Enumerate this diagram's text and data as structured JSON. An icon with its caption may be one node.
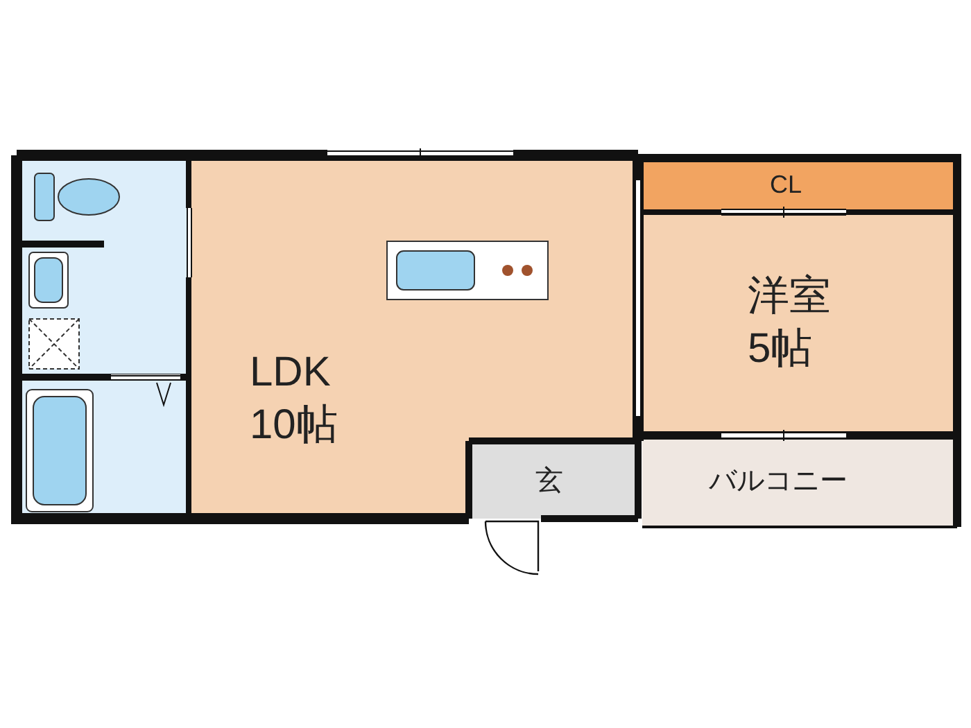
{
  "diagram": {
    "nodes": [
      {
        "text": [
          "LDK",
          "10帖"
        ]
      },
      {
        "text": [
          "CL"
        ]
      },
      {
        "text": [
          "洋室",
          "5帖"
        ]
      },
      {
        "text": [
          "玄"
        ],
        "in": 0
      },
      {
        "text": [
          "バルコニー"
        ]
      }
    ]
  }
}
